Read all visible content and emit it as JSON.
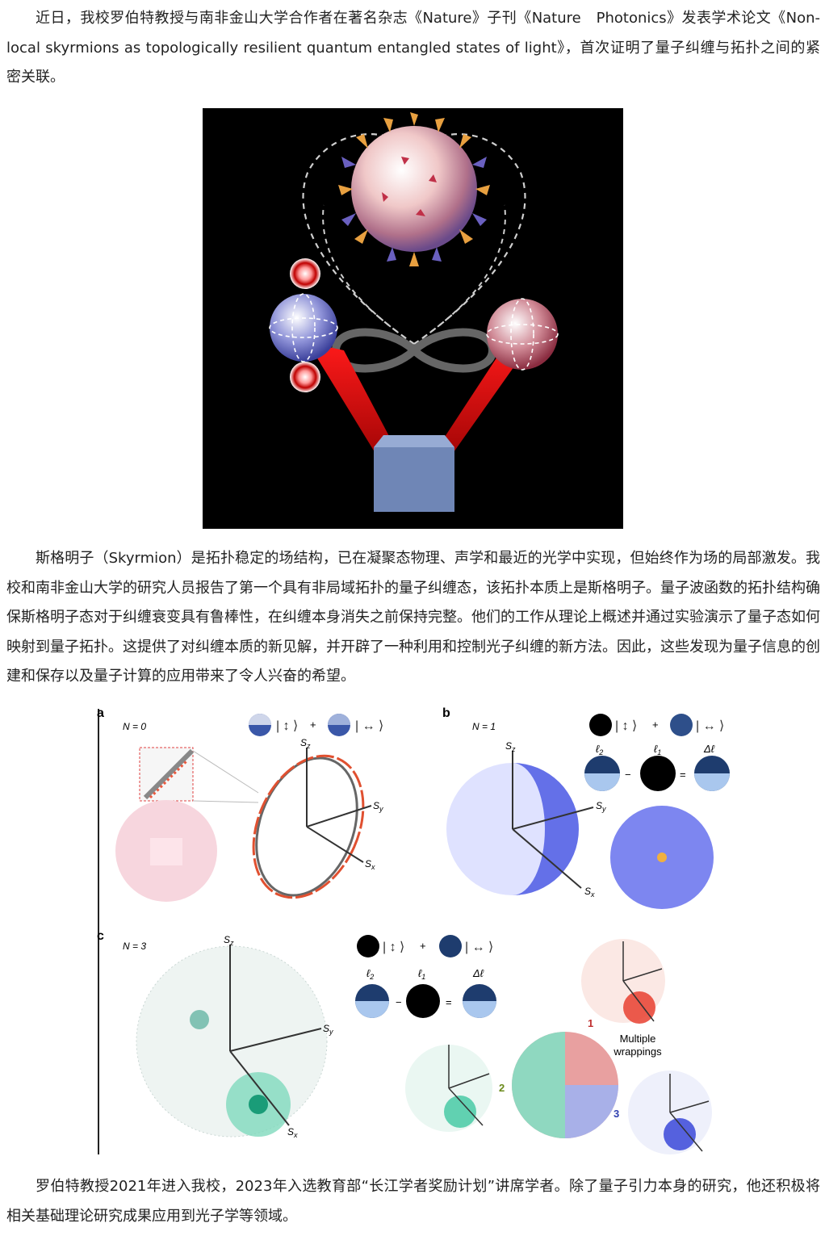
{
  "article": {
    "paragraph1": "近日，我校罗伯特教授与南非金山大学合作者在著名杂志《Nature》子刊《Nature　Photonics》发表学术论文《Non-local skyrmions as topologically resilient quantum entangled states of light》，首次证明了量子纠缠与拓扑之间的紧密关联。",
    "paragraph2": "斯格明子（Skyrmion）是拓扑稳定的场结构，已在凝聚态物理、声学和最近的光学中实现，但始终作为场的局部激发。我校和南非金山大学的研究人员报告了第一个具有非局域拓扑的量子纠缠态，该拓扑本质上是斯格明子。量子波函数的拓扑结构确保斯格明子态对于纠缠衰变具有鲁棒性，在纠缠本身消失之前保持完整。他们的工作从理论上概述并通过实验演示了量子态如何映射到量子拓扑。这提供了对纠缠本质的新见解，并开辟了一种利用和控制光子纠缠的新方法。因此，这些发现为量子信息的创建和保存以及量子计算的应用带来了令人兴奋的希望。",
    "paragraph3": "罗伯特教授2021年进入我校，2023年入选教育部“长江学者奖励计划”讲席学者。除了量子引力本身的研究，他还积极将相关基础理论研究成果应用到光子学等领域。"
  },
  "figure2": {
    "panel_a": {
      "letter": "a",
      "n_label": "N = 0",
      "sz": "S",
      "sz_sub": "z",
      "sy": "S",
      "sy_sub": "y",
      "sx": "S",
      "sx_sub": "x"
    },
    "panel_b": {
      "letter": "b",
      "n_label": "N = 1",
      "l2": "ℓ",
      "l2_sub": "2",
      "l1": "ℓ",
      "l1_sub": "1",
      "dl": "Δℓ"
    },
    "panel_c": {
      "letter": "c",
      "n_label": "N = 3",
      "multiple": "Multiple",
      "wrappings": "wrappings",
      "num1": "1",
      "num2": "2",
      "num3": "3"
    },
    "operators": {
      "plus": "+",
      "minus": "−",
      "equals": "="
    }
  }
}
